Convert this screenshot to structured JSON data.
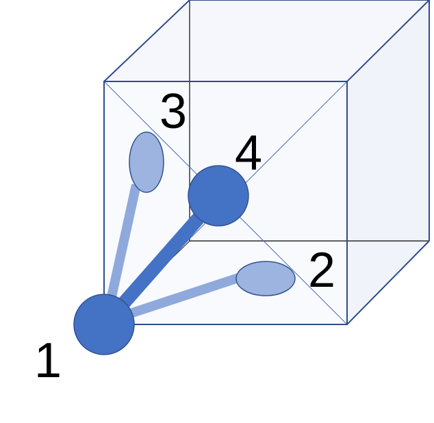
{
  "diagram": {
    "labels": {
      "one": "1",
      "two": "2",
      "three": "3",
      "four": "4"
    },
    "colors": {
      "cube_edge": "#2F4B8A",
      "cube_face": "#F5F7FC",
      "diagonal": "#4A6CB8",
      "atom_solid": "#4472C4",
      "atom_light": "#9DB3E0",
      "atom_stroke": "#2F528F",
      "bond_strong": "#4472C4",
      "bond_light": "#8FA9DC",
      "text": "#000000"
    }
  }
}
